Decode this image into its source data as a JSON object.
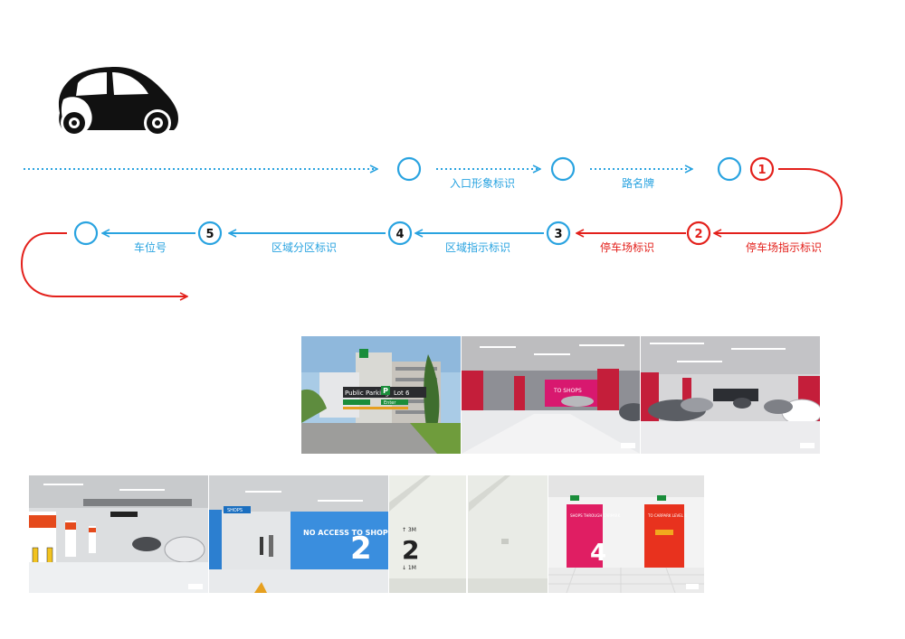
{
  "colors": {
    "blue": "#29a3e0",
    "red": "#e3201b",
    "black": "#111111"
  },
  "car_icon": "smart-car-icon",
  "steps": {
    "entrance_label": "入口形象标识",
    "road_sign_label": "路名牌",
    "parking_guide_label": "停车场指示标识",
    "parking_sign_label": "停车场标识",
    "zone_guide_label": "区域指示标识",
    "zone_division_label": "区域分区标识",
    "space_number_label": "车位号",
    "n1": "1",
    "n2": "2",
    "n3": "3",
    "n4": "4",
    "n5": "5"
  },
  "photos": {
    "lot_sign_p": "P",
    "lot_sign_text": "Public Parking",
    "lot_sign_lot": "Lot 6",
    "lot_sign_enter": "Enter",
    "shops_sign": "TO SHOPS",
    "wall_text": "NO ACCESS TO SHOPS",
    "wall_number": "2",
    "stair_number": "2",
    "stair_up": "↑ 3M",
    "stair_down": "↓ 1M",
    "door_number": "4",
    "door_text": "SHOPS THROUGH CARPARK",
    "door2_text": "TO CARPARK LEVEL 4",
    "tiny_sign": "SHOPS"
  }
}
